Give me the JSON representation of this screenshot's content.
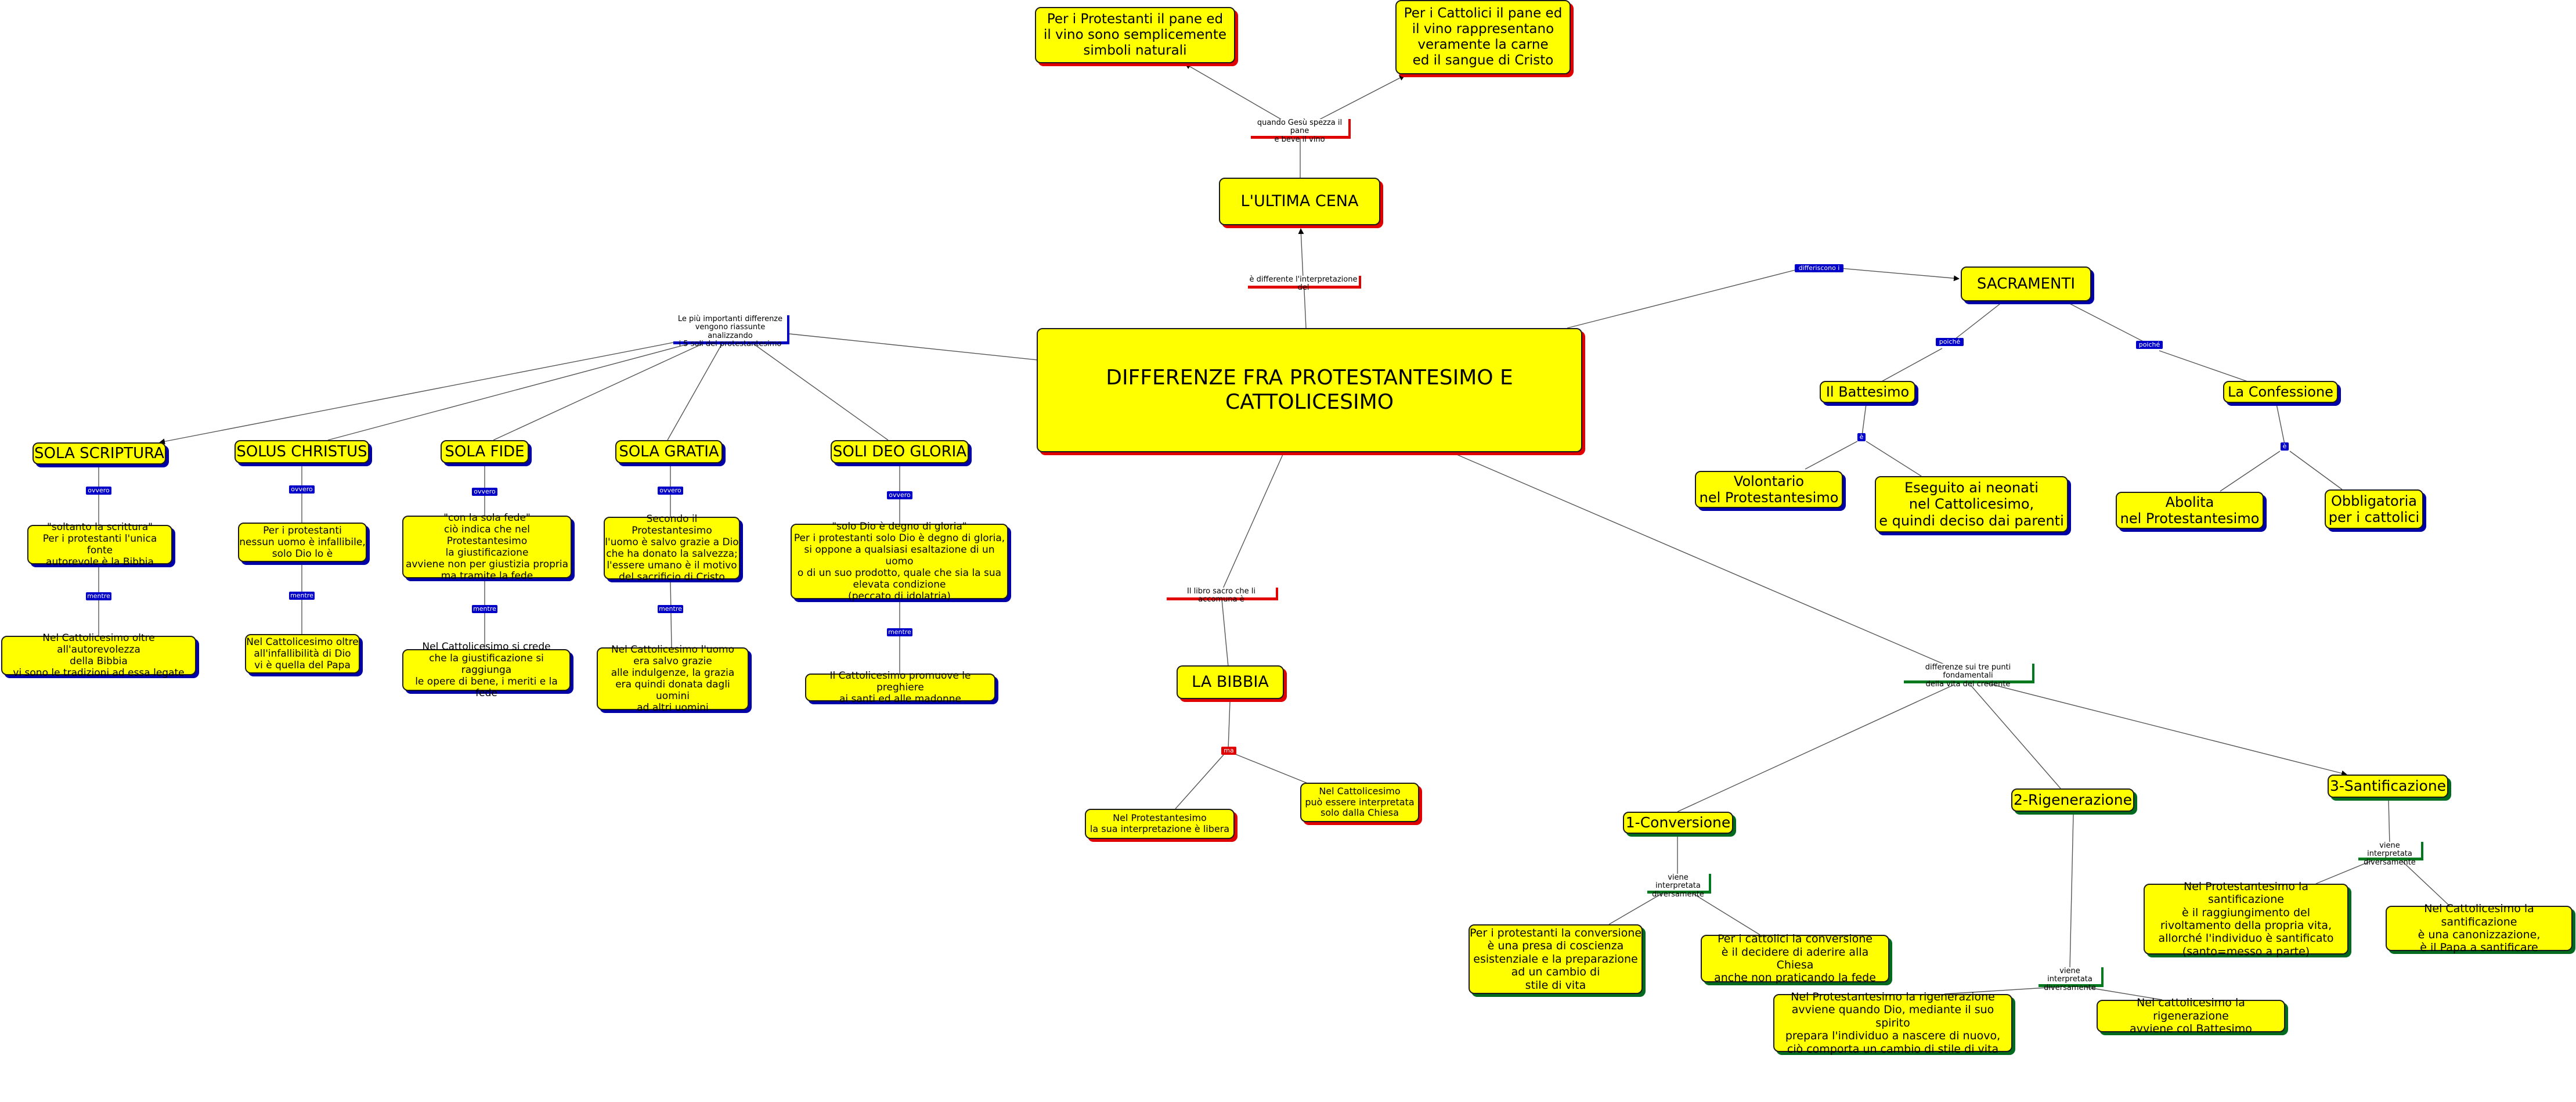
{
  "colors": {
    "node_fill": "#ffff00",
    "shadow_red": "#e00000",
    "shadow_blue": "#0000a8",
    "shadow_green": "#006a1e"
  },
  "nodes": {
    "main": "DIFFERENZE FRA PROTESTANTESIMO E CATTOLICESIMO",
    "ultima_cena": "L'ULTIMA CENA",
    "prot_pane": "Per i Protestanti il pane ed\nil vino sono semplicemente\nsimboli naturali",
    "catt_pane": "Per i Cattolici il pane ed\nil vino rappresentano\nveramente la carne\ned il sangue di Cristo",
    "sacramenti": "SACRAMENTI",
    "battesimo": "Il Battesimo",
    "confessione": "La Confessione",
    "volontario": "Volontario\nnel Protestantesimo",
    "neonati": "Eseguito ai neonati\nnel Cattolicesimo,\ne quindi deciso dai parenti",
    "abolita": "Abolita\nnel Protestantesimo",
    "obbligatoria": "Obbligatoria\nper i cattolici",
    "bibbia": "LA BIBBIA",
    "bibbia_prot": "Nel Protestantesimo\nla sua interpretazione è libera",
    "bibbia_catt": "Nel Cattolicesimo\npuò essere interpretata\nsolo dalla Chiesa",
    "sola_scriptura": "SOLA SCRIPTURA",
    "solus_christus": "SOLUS CHRISTUS",
    "sola_fide": "SOLA FIDE",
    "sola_gratia": "SOLA GRATIA",
    "soli_deo_gloria": "SOLI DEO GLORIA",
    "scriptura_p": "\"soltanto la scrittura\"\nPer i protestanti l'unica fonte\nautorevole è la Bibbia",
    "scriptura_c": "Nel Cattolicesimo oltre all'autorevolezza\ndella Bibbia\nvi sono le tradizioni ad essa legate",
    "christus_p": "Per i protestanti\nnessun uomo è infallibile,\nsolo Dio lo è",
    "christus_c": "Nel Cattolicesimo oltre\nall'infallibilità di Dio\nvi è quella del Papa",
    "fide_p": "\"con la sola fede\"\nciò indica che nel Protestantesimo\nla giustificazione\navviene non per giustizia propria\nma tramite la fede",
    "fide_c": "Nel Cattolicesimo si crede\nche la giustificazione si raggiunga\nle opere di bene, i meriti e la fede",
    "gratia_p": "Secondo il Protestantesimo\nl'uomo è salvo grazie a Dio\nche ha donato la salvezza;\nl'essere umano è il motivo\ndel sacrificio di Cristo",
    "gratia_c": "Nel Cattolicesimo l'uomo\nera salvo grazie\nalle indulgenze, la grazia\nera quindi donata dagli uomini\nad altri uomini",
    "gloria_p": "\"solo Dio è degno di gloria\"\nPer i protestanti solo Dio è degno di gloria,\nsi oppone a qualsiasi esaltazione di un uomo\no di un suo prodotto, quale che sia la sua\nelevata condizione\n(peccato di idolatria)",
    "gloria_c": "Il Cattolicesimo promuove le preghiere\nai santi ed alle madonne",
    "conversione": "1-Conversione",
    "rigenerazione": "2-Rigenerazione",
    "santificazione": "3-Santificazione",
    "conv_p": "Per i protestanti la conversione\nè una presa di coscienza\nesistenziale e la preparazione\nad un cambio di\nstile di vita",
    "conv_c": "Per i cattolici la conversione\nè il decidere di aderire alla Chiesa\nanche non praticando la fede",
    "rig_p": "Nel Protestantesimo la rigenerazione\navviene quando Dio, mediante il suo spirito\nprepara l'individuo a nascere di nuovo,\nciò comporta un cambio di stile di vita",
    "rig_c": "Nel cattolicesimo la rigenerazione\navviene col Battesimo",
    "sant_p": "Nel Protestantesimo la santificazione\nè il raggiungimento del\nrivoltamento della propria vita,\nallorché l'individuo è santificato\n(santo=messo a parte)",
    "sant_c": "Nel Cattolicesimo la santificazione\nè una canonizzazione,\nè il Papa a santificare"
  },
  "labels": {
    "quando_gesu": "quando Gesù spezza il pane\ne beve il vino",
    "e_differente": "è differente l'interpretazione del",
    "differiscono": "differiscono i",
    "poiche_1": "poiché",
    "poiche_2": "poiché",
    "e_1": "è",
    "e_2": "è",
    "piu_importanti": "Le più importanti differenze\nvengono riassunte analizzando\ni 5 soli del protestantesimo",
    "libro_sacro": "Il libro sacro che li accomuna è",
    "ma": "ma",
    "tre_punti": "differenze sui tre punti fondamentali\ndella vita del credente",
    "viene_1": "viene interpretata\ndiversamente",
    "viene_2": "viene interpretata\ndiversamente",
    "viene_3": "viene interpretata\ndiversamente",
    "ovvero_1": "ovvero",
    "ovvero_2": "ovvero",
    "ovvero_3": "ovvero",
    "ovvero_4": "ovvero",
    "ovvero_5": "ovvero",
    "mentre_1": "mentre",
    "mentre_2": "mentre",
    "mentre_3": "mentre",
    "mentre_4": "mentre",
    "mentre_5": "mentre"
  }
}
